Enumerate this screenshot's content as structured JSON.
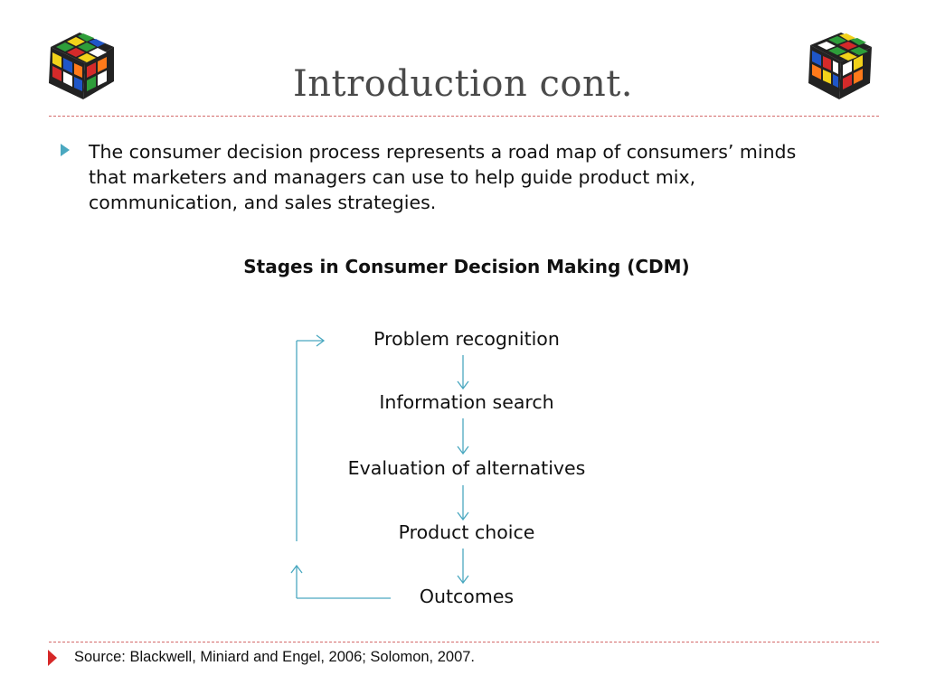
{
  "slide": {
    "title": "Introduction cont.",
    "bullet": "The consumer decision process represents a road map of consumers’ minds that marketers and managers can use to help guide product mix, communication, and sales strategies.",
    "stages_title": "Stages in Consumer Decision Making (CDM)",
    "stages": [
      "Problem recognition",
      "Information search",
      "Evaluation of alternatives",
      "Product choice",
      "Outcomes"
    ],
    "source": "Source: Blackwell, Miniard and Engel, 2006; Solomon, 2007."
  },
  "colors": {
    "arrow": "#4aa8c0",
    "divider": "#d46a6a",
    "bullet_marker": "#4aa8c0",
    "source_marker": "#d62828"
  }
}
